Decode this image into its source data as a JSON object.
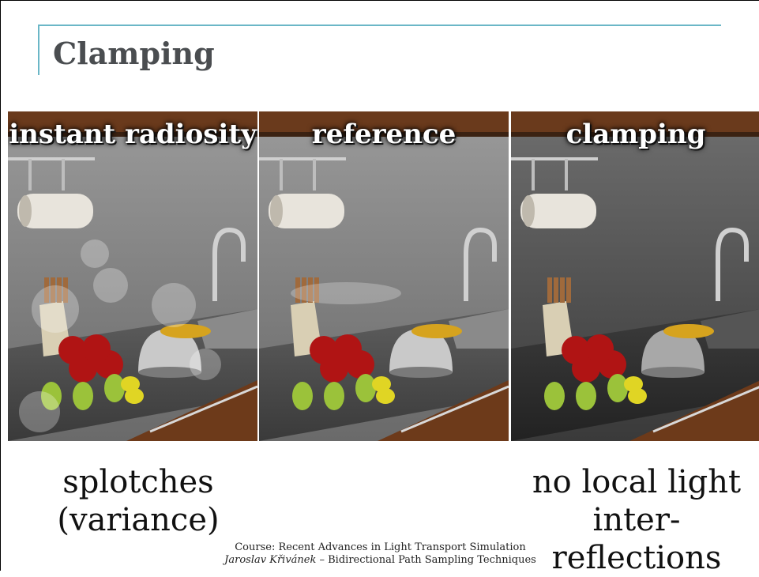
{
  "slide": {
    "title": "Clamping",
    "panels": [
      {
        "label": "instant radiosity",
        "variant": "splotchy"
      },
      {
        "label": "reference",
        "variant": "reference"
      },
      {
        "label": "clamping",
        "variant": "dark"
      }
    ],
    "captions": {
      "left": [
        "splotches",
        "(variance)"
      ],
      "right": [
        "no local light",
        "inter-reflections"
      ]
    },
    "footer": {
      "line1": "Course: Recent Advances in Light Transport Simulation",
      "author": "Jaroslav Křivánek",
      "line2_rest": " – Bidirectional Path Sampling Techniques"
    }
  },
  "colors": {
    "accent_rule": "#6bb7c7",
    "title": "#4a4d50"
  }
}
